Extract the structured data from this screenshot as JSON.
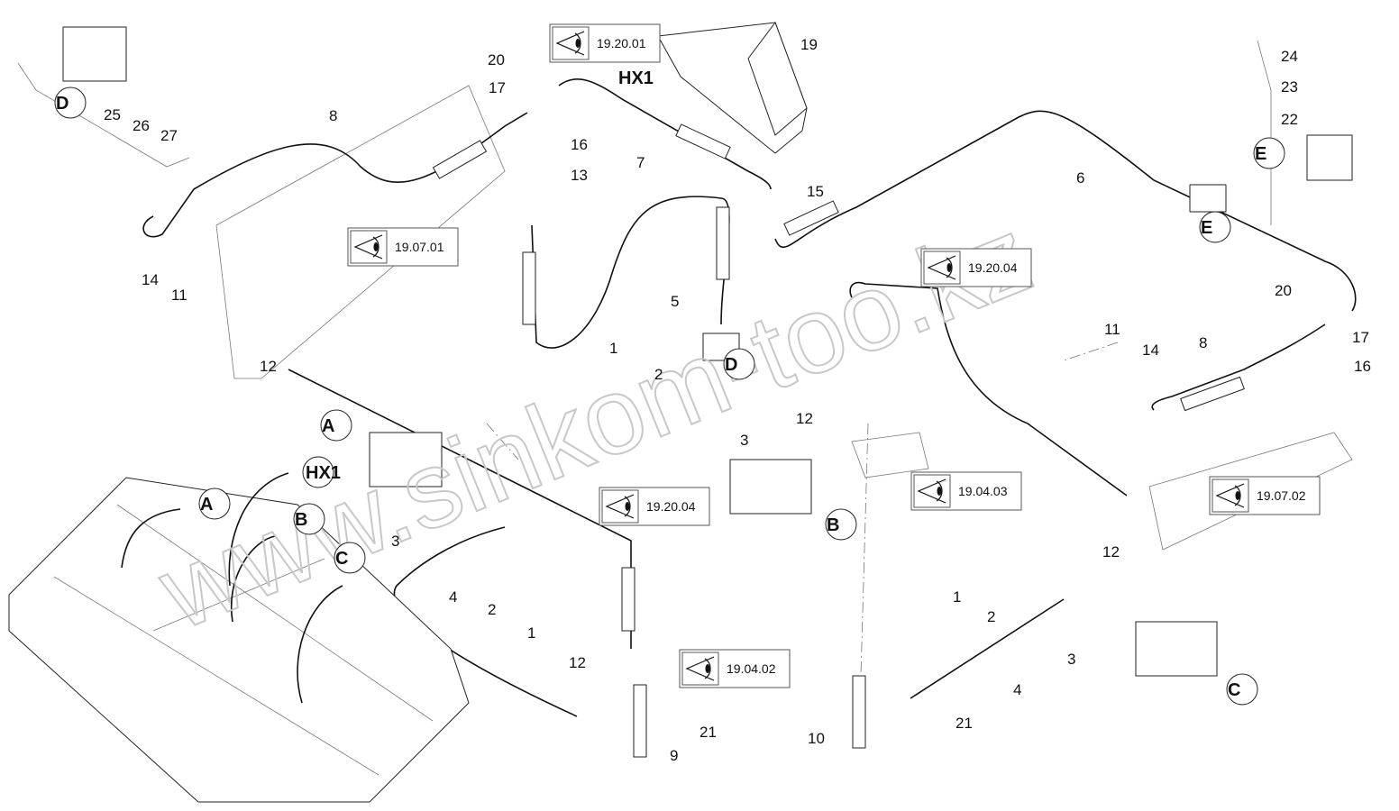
{
  "diagram": {
    "parts": [
      "25",
      "26",
      "27",
      "8",
      "20",
      "17",
      "16",
      "13",
      "7",
      "19",
      "15",
      "6",
      "24",
      "23",
      "22",
      "14",
      "11",
      "5",
      "1",
      "2",
      "3",
      "12",
      "3",
      "4",
      "2",
      "1",
      "12",
      "21",
      "9",
      "12",
      "20",
      "17",
      "16",
      "11",
      "14",
      "8",
      "12",
      "1",
      "2",
      "3",
      "4",
      "21",
      "10"
    ],
    "manifold_label": "HX1",
    "callouts": [
      "D",
      "E",
      "E",
      "D",
      "A",
      "HX1",
      "A",
      "B",
      "C",
      "B",
      "C"
    ],
    "references": [
      "19.20.01",
      "19.07.01",
      "19.20.04",
      "19.20.04",
      "19.04.03",
      "19.07.02",
      "19.04.02"
    ],
    "reference_icon": "eye-view-icon",
    "watermark": "www.sinkom-too.kz"
  }
}
